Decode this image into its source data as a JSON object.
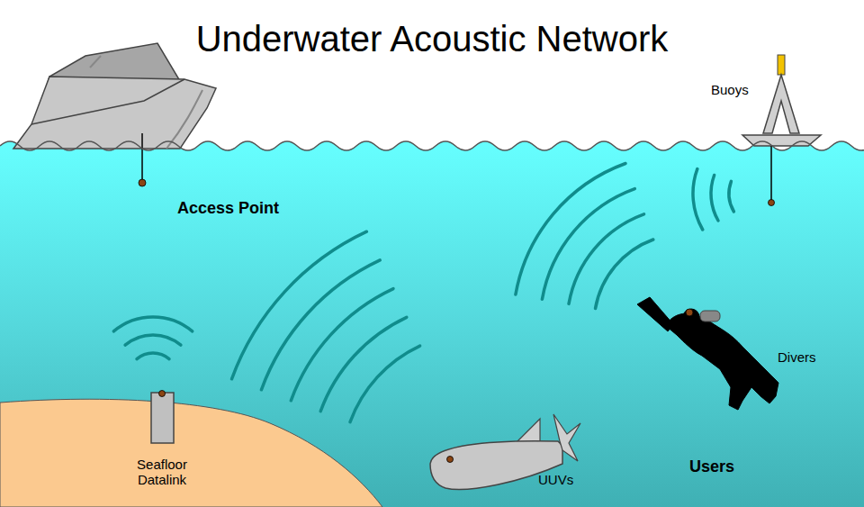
{
  "diagram": {
    "title": "Underwater Acoustic Network",
    "labels": [
      "Access Point",
      "Buoys",
      "Seafloor Datalink",
      "Divers",
      "UUVs",
      "Users"
    ]
  }
}
